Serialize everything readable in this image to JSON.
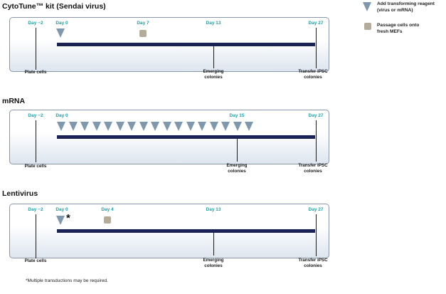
{
  "sections": [
    {
      "title": "CytoTune™ kit (Sendai virus)",
      "days": [
        "Day −2",
        "Day 0",
        "Day 7",
        "Day 13",
        "Day 27"
      ],
      "events": [
        "Plate cells",
        "Emerging\ncolonies",
        "Transfer iPSC\ncolonies"
      ],
      "markers": {
        "triangles": 1,
        "squares": 1,
        "asterisk": false
      }
    },
    {
      "title": "mRNA",
      "days": [
        "Day −2",
        "Day 0",
        "Day 15",
        "Day 27"
      ],
      "events": [
        "Plate cells",
        "Emerging\ncolonies",
        "Transfer iPSC\ncolonies"
      ],
      "markers": {
        "triangles": 17,
        "squares": 0,
        "asterisk": false
      }
    },
    {
      "title": "Lentivirus",
      "days": [
        "Day −2",
        "Day 0",
        "Day 4",
        "Day 13",
        "Day 27"
      ],
      "events": [
        "Plate cells",
        "Emerging\ncolonies",
        "Transfer iPSC\ncolonies"
      ],
      "markers": {
        "triangles": 1,
        "squares": 1,
        "asterisk": true,
        "asterisk_symbol": "*"
      }
    }
  ],
  "legend": [
    {
      "icon": "triangle-marker-icon",
      "color": "#7f98ad",
      "label": "Add transforming reagent\n(virus or mRNA)"
    },
    {
      "icon": "square-marker-icon",
      "color": "#b4ac98",
      "label": "Passage cells onto\nfresh MEFs"
    }
  ],
  "footnote": "*Multiple transductions may be required.",
  "colors": {
    "timeline_bar": "#1b2356",
    "day_label": "#1e9fa4",
    "panel_border": "#8a97a8",
    "triangle": "#7f98ad",
    "square": "#b4ac98"
  }
}
